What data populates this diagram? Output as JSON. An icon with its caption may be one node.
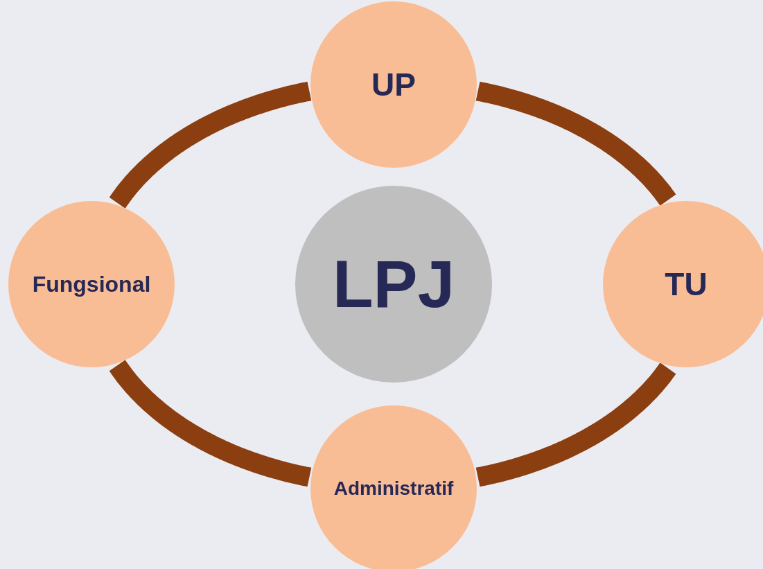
{
  "diagram": {
    "nodes": [
      {
        "text": [
          "UP"
        ]
      },
      {
        "text": [
          "Fungsional"
        ]
      },
      {
        "text": [
          "LPJ"
        ]
      },
      {
        "text": [
          "TU"
        ]
      },
      {
        "text": [
          "Administratif"
        ]
      }
    ],
    "edges": [
      {
        "from": 0,
        "to": 3,
        "arrow": "none"
      },
      {
        "from": 3,
        "to": 4,
        "arrow": "none"
      },
      {
        "from": 4,
        "to": 1,
        "arrow": "none"
      },
      {
        "from": 1,
        "to": 0,
        "arrow": "none"
      }
    ]
  }
}
